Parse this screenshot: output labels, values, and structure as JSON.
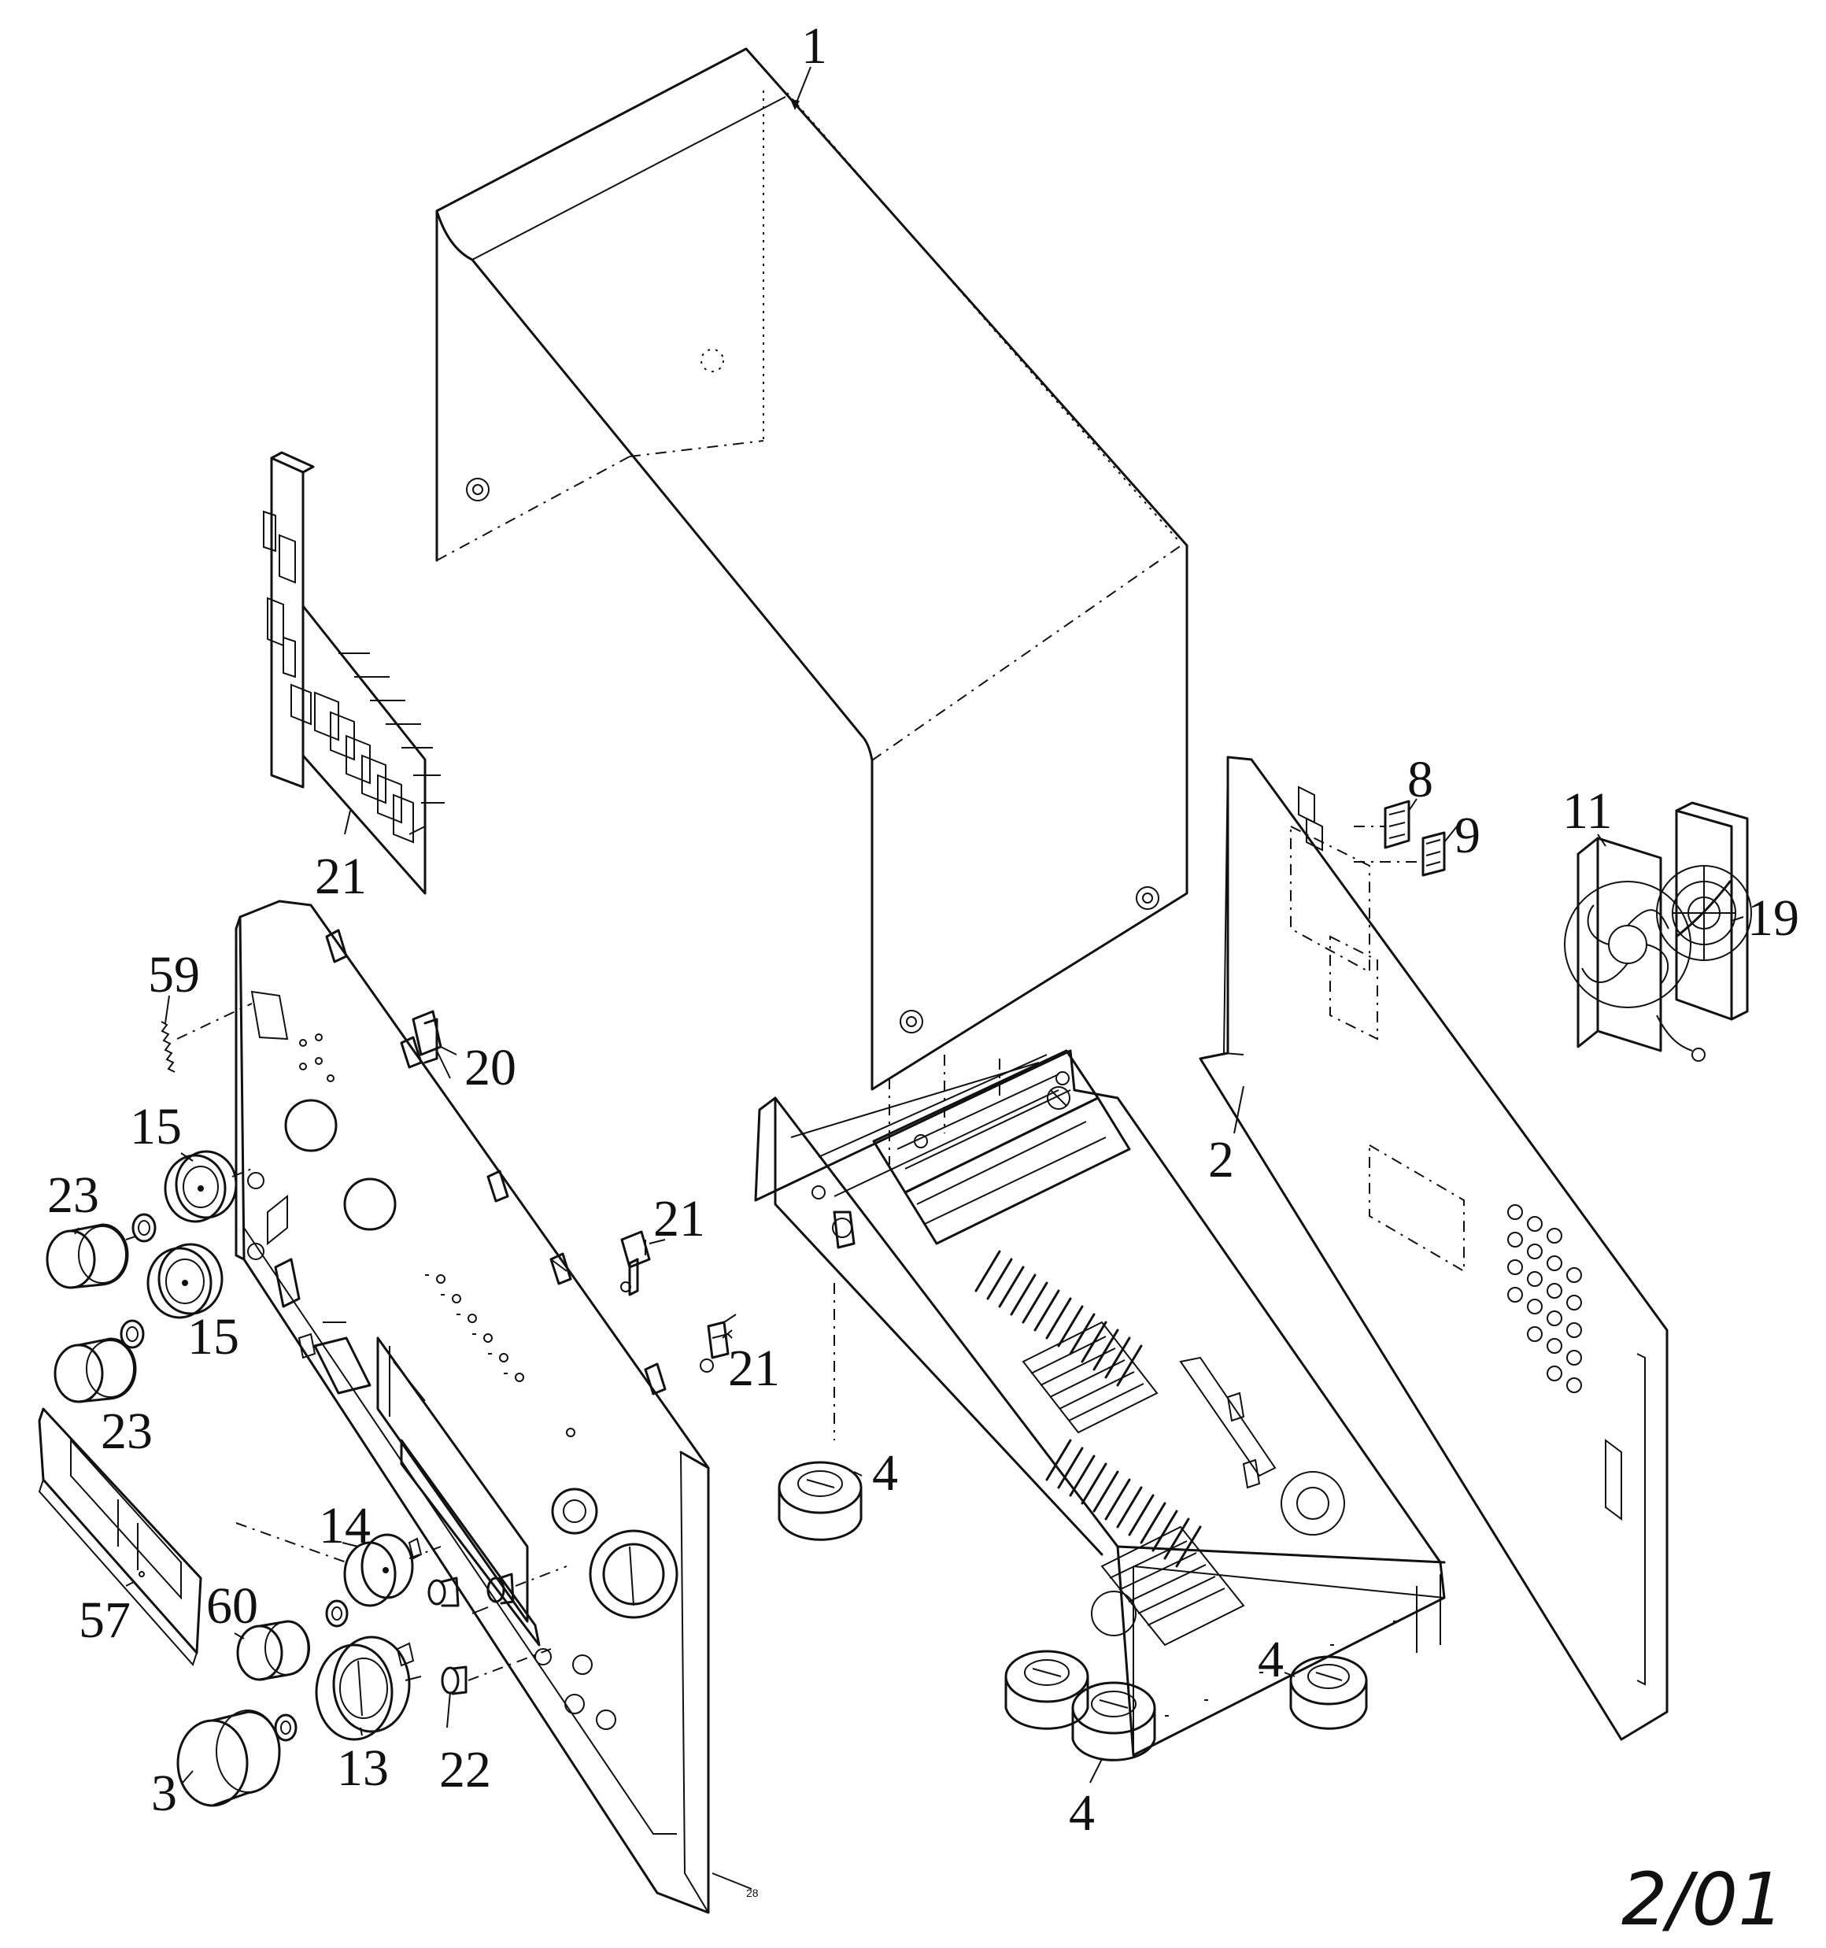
{
  "callouts": {
    "c1": "1",
    "c2": "2",
    "c3": "3",
    "c4a": "4",
    "c4b": "4",
    "c4c": "4",
    "c8": "8",
    "c9": "9",
    "c11": "11",
    "c13": "13",
    "c14": "14",
    "c15a": "15",
    "c15b": "15",
    "c19": "19",
    "c20": "20",
    "c21a": "21",
    "c21b": "21",
    "c21c": "21",
    "c22": "22",
    "c23a": "23",
    "c23b": "23",
    "c28": "28",
    "c57": "57",
    "c59": "59",
    "c60": "60"
  },
  "page_ref": "2/01"
}
